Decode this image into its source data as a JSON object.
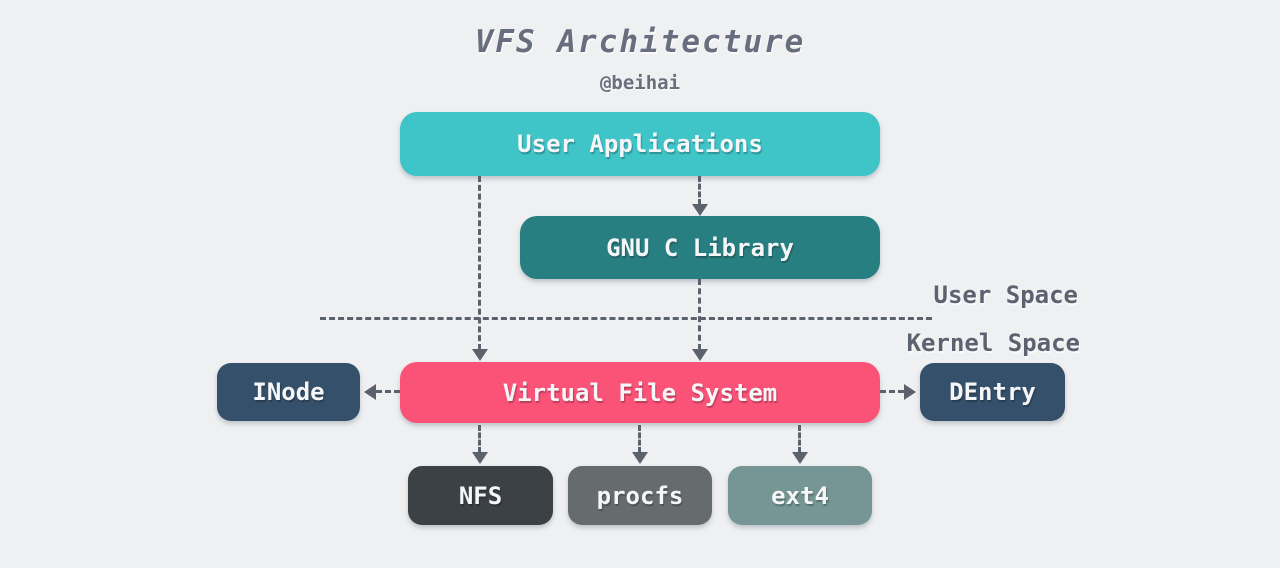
{
  "title": "VFS Architecture",
  "subtitle": "@beihai",
  "labels": {
    "user_space": "User Space",
    "kernel_space": "Kernel Space"
  },
  "nodes": {
    "user_apps": {
      "label": "User Applications",
      "color": "#3fc4c8"
    },
    "glibc": {
      "label": "GNU C Library",
      "color": "#287f82"
    },
    "vfs": {
      "label": "Virtual File System",
      "color": "#fb5277"
    },
    "inode": {
      "label": "INode",
      "color": "#35506a"
    },
    "dentry": {
      "label": "DEntry",
      "color": "#35506a"
    },
    "nfs": {
      "label": "NFS",
      "color": "#3c4146"
    },
    "procfs": {
      "label": "procfs",
      "color": "#666c6c"
    },
    "ext4": {
      "label": "ext4",
      "color": "#759694"
    }
  },
  "colors": {
    "background": "#eef0f2",
    "arrow": "#5b616d",
    "heading_text": "#696e7e",
    "space_label_text": "#5d6270",
    "node_text": "#f5f6f8"
  },
  "edges": [
    {
      "from": "user_apps",
      "to": "vfs",
      "style": "dashed-arrow"
    },
    {
      "from": "user_apps",
      "to": "glibc",
      "style": "dashed-arrow"
    },
    {
      "from": "glibc",
      "to": "vfs",
      "style": "dashed-arrow"
    },
    {
      "from": "vfs",
      "to": "inode",
      "style": "dashed-arrow"
    },
    {
      "from": "vfs",
      "to": "dentry",
      "style": "dashed-arrow"
    },
    {
      "from": "vfs",
      "to": "nfs",
      "style": "dashed-arrow"
    },
    {
      "from": "vfs",
      "to": "procfs",
      "style": "dashed-arrow"
    },
    {
      "from": "vfs",
      "to": "ext4",
      "style": "dashed-arrow"
    }
  ]
}
